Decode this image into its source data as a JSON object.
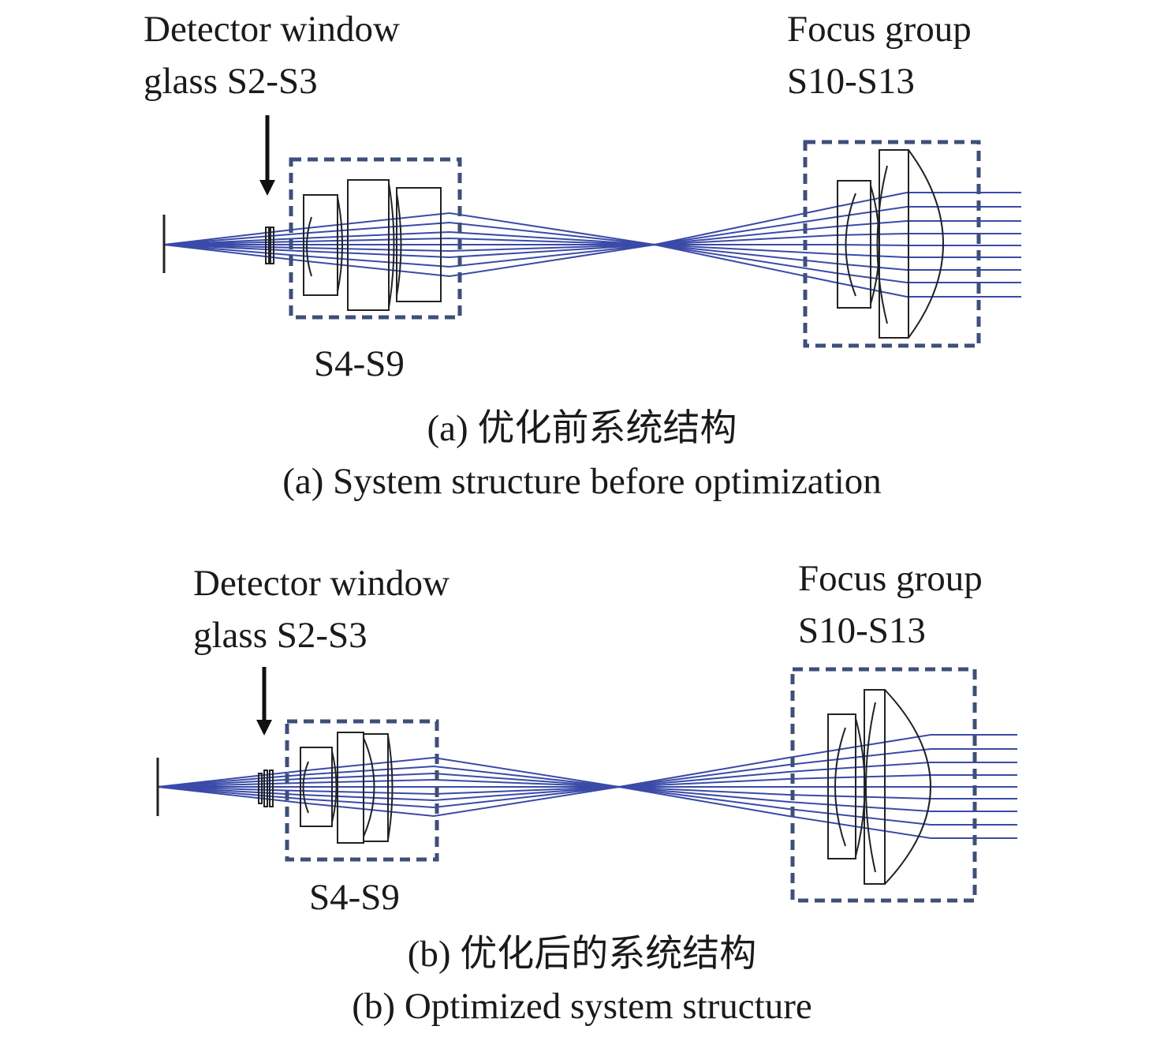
{
  "panel_a": {
    "window_label_line1": "Detector window",
    "window_label_line2": "glass S2-S3",
    "focus_label_line1": "Focus group",
    "focus_label_line2": "S10-S13",
    "group_label": "S4-S9",
    "caption_cn": "(a) 优化前系统结构",
    "caption_en": "(a) System structure before optimization"
  },
  "panel_b": {
    "window_label_line1": "Detector window",
    "window_label_line2": "glass S2-S3",
    "focus_label_line1": "Focus group",
    "focus_label_line2": "S10-S13",
    "group_label": "S4-S9",
    "caption_cn": "(b) 优化后的系统结构",
    "caption_en": "(b) Optimized system structure"
  },
  "colors": {
    "ray": "#3a4aa8",
    "box": "#3d4f7a",
    "lens": "#222222",
    "arrow": "#111111"
  }
}
